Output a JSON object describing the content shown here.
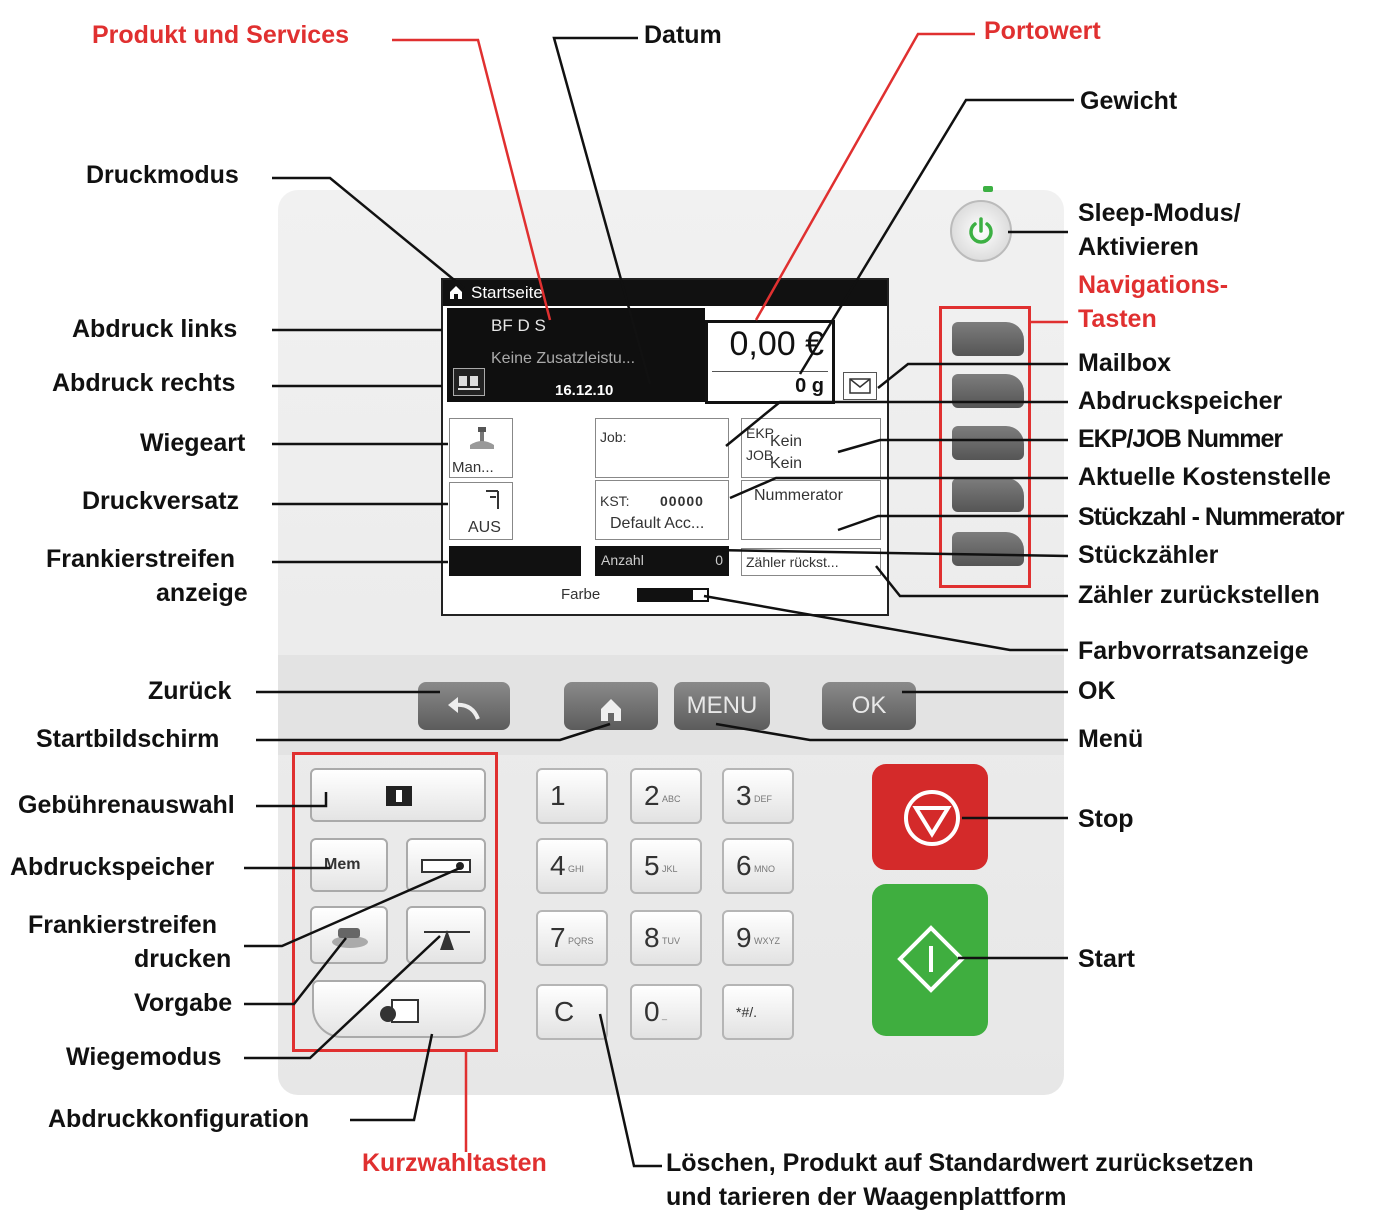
{
  "labels": {
    "produkt_services": "Produkt und Services",
    "datum": "Datum",
    "portowert": "Portowert",
    "gewicht": "Gewicht",
    "druckmodus": "Druckmodus",
    "sleep_line1": "Sleep-Modus/",
    "sleep_line2": "Aktivieren",
    "nav_line1": "Navigations-",
    "nav_line2": "Tasten",
    "abdruck_links": "Abdruck links",
    "abdruck_rechts": "Abdruck rechts",
    "mailbox": "Mailbox",
    "abdruckspeicher_right": "Abdruckspeicher",
    "ekp_job": "EKP/JOB Nummer",
    "wiegeart": "Wiegeart",
    "aktuelle_kostenstelle": "Aktuelle Kostenstelle",
    "druckversatz": "Druckversatz",
    "stueckzahl_nummerator": "Stückzahl - Nummerator",
    "frankier_anzeige_line1": "Frankierstreifen",
    "frankier_anzeige_line2": "anzeige",
    "stueckzaehler": "Stückzähler",
    "zaehler_zurueck": "Zähler zurückstellen",
    "farbvorrat": "Farbvorratsanzeige",
    "zurueck": "Zurück",
    "ok": "OK",
    "startbildschirm": "Startbildschirm",
    "menue": "Menü",
    "gebuehrenauswahl": "Gebührenauswahl",
    "stop": "Stop",
    "abdruckspeicher_left": "Abdruckspeicher",
    "frankier_drucken_line1": "Frankierstreifen",
    "frankier_drucken_line2": "drucken",
    "start": "Start",
    "vorgabe": "Vorgabe",
    "wiegemodus": "Wiegemodus",
    "abdruckkonfiguration": "Abdruckkonfiguration",
    "kurzwahltasten": "Kurzwahltasten",
    "loeschen_line1": "Löschen, Produkt auf Standardwert zurücksetzen",
    "loeschen_line2": "und tarieren der Waagenplattform"
  },
  "screen": {
    "title": "Startseite",
    "product": "BF D S",
    "services": "Keine Zusatzleistu...",
    "date": "16.12.10",
    "postage": "0,00 €",
    "weight": "0 g",
    "job_label": "Job:",
    "ekp_label": "EKP",
    "job_label2": "JOB",
    "ekp_value": "Kein",
    "job_value": "Kein",
    "weigh_button": "Man...",
    "offset_button": "AUS",
    "kst_label": "KST:",
    "kst_value": "00000",
    "kst_account": "Default Acc...",
    "numerator": "Nummerator",
    "count_label": "Anzahl",
    "count_value": "0",
    "reset_counter": "Zähler rückst...",
    "ink_label": "Farbe",
    "ink_level": 0.8
  },
  "keys": {
    "menu": "MENU",
    "ok": "OK",
    "mem": "Mem",
    "clear": "C",
    "digits": [
      {
        "d": "1",
        "s": ""
      },
      {
        "d": "2",
        "s": "ABC"
      },
      {
        "d": "3",
        "s": "DEF"
      },
      {
        "d": "4",
        "s": "GHI"
      },
      {
        "d": "5",
        "s": "JKL"
      },
      {
        "d": "6",
        "s": "MNO"
      },
      {
        "d": "7",
        "s": "PQRS"
      },
      {
        "d": "8",
        "s": "TUV"
      },
      {
        "d": "9",
        "s": "WXYZ"
      },
      {
        "d": "0",
        "s": "_"
      },
      {
        "d": "*#/.",
        "s": ""
      }
    ]
  },
  "colors": {
    "callout_red": "#e03030",
    "stop_red": "#d42a2a",
    "start_green": "#3fae3f",
    "power_green": "#3cb043"
  }
}
